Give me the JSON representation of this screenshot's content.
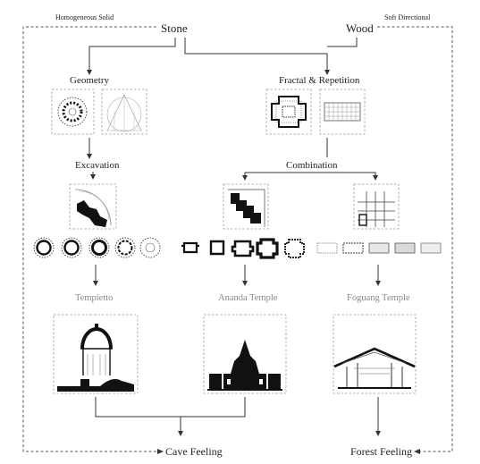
{
  "labels": {
    "stone": "Stone",
    "wood": "Wood",
    "stone_attrs": "Homogeneous   Solid",
    "wood_attrs": "Soft   Directional",
    "geometry": "Geometry",
    "fractal": "Fractal & Repetition",
    "excavation": "Excavation",
    "combination": "Combination",
    "tempietto": "Tempietto",
    "ananda": "Ananda Temple",
    "foguang": "Foguang Temple",
    "cave": "Cave Feeling",
    "forest": "Forest Feeling"
  }
}
